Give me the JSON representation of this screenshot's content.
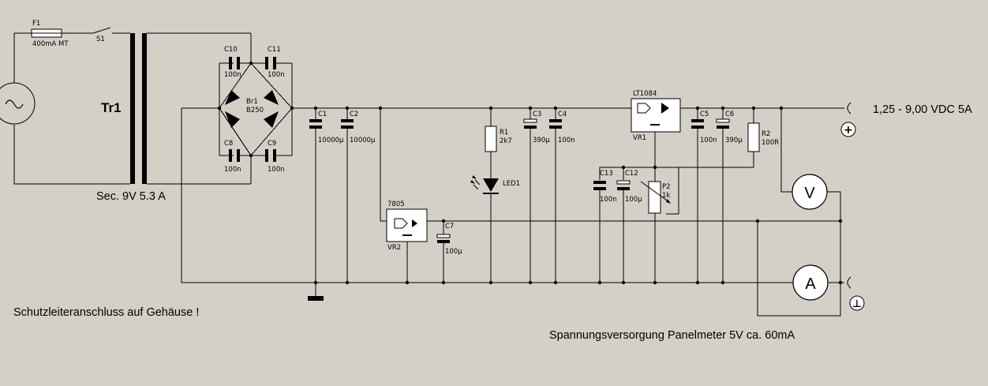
{
  "diagram": {
    "transformer": {
      "label": "Tr1",
      "secondary": "Sec. 9V 5.3 A"
    },
    "fuse": {
      "ref": "F1",
      "value": "400mA MT"
    },
    "switch": {
      "ref": "S1"
    },
    "bridge": {
      "ref": "Br1",
      "value": "B250"
    },
    "caps": {
      "c10": {
        "ref": "C10",
        "value": "100n"
      },
      "c11": {
        "ref": "C11",
        "value": "100n"
      },
      "c8": {
        "ref": "C8",
        "value": "100n"
      },
      "c9": {
        "ref": "C9",
        "value": "100n"
      },
      "c1": {
        "ref": "C1",
        "value": "10000µ"
      },
      "c2": {
        "ref": "C2",
        "value": "10000µ"
      },
      "c3": {
        "ref": "C3",
        "value": "390µ"
      },
      "c4": {
        "ref": "C4",
        "value": "100n"
      },
      "c5": {
        "ref": "C5",
        "value": "100n"
      },
      "c6": {
        "ref": "C6",
        "value": "390µ"
      },
      "c7": {
        "ref": "C7",
        "value": "100µ"
      },
      "c12": {
        "ref": "C12",
        "value": "100µ"
      },
      "c13": {
        "ref": "C13",
        "value": "100n"
      }
    },
    "resistors": {
      "r1": {
        "ref": "R1",
        "value": "2k7"
      },
      "r2": {
        "ref": "R2",
        "value": "100R"
      },
      "p2": {
        "ref": "P2",
        "value": "1k"
      }
    },
    "led": {
      "ref": "LED1"
    },
    "regulators": {
      "vr1": {
        "ref": "VR1",
        "type": "LT1084"
      },
      "vr2": {
        "ref": "VR2",
        "type": "7805"
      }
    },
    "meters": {
      "volt": "V",
      "amp": "A"
    },
    "output_label": "1,25 - 9,00 VDC 5A",
    "plus_symbol": "+",
    "ground_symbol": "⊥",
    "note_ground": "Schutzleiteranschluss auf Gehäuse !",
    "note_meter": "Spannungsversorgung Panelmeter 5V ca. 60mA"
  }
}
